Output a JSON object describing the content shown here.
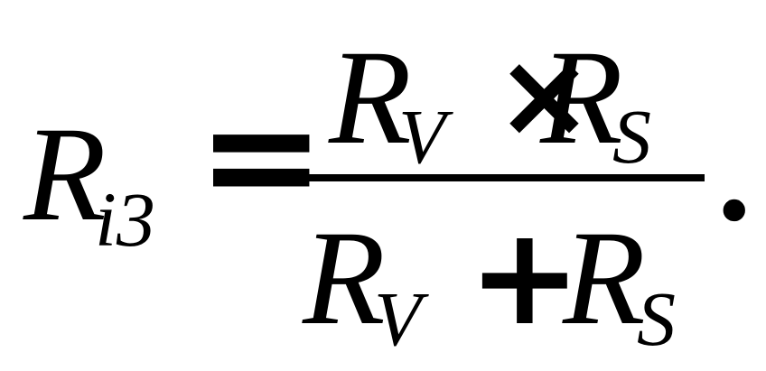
{
  "formula": {
    "lhs": {
      "symbol": "R",
      "subscript": "i3"
    },
    "equals": "=",
    "numerator": {
      "left": {
        "symbol": "R",
        "subscript": "V"
      },
      "operator": "×",
      "right": {
        "symbol": "R",
        "subscript": "S"
      }
    },
    "denominator": {
      "left": {
        "symbol": "R",
        "subscript": "V"
      },
      "operator": "+",
      "right": {
        "symbol": "R",
        "subscript": "S"
      }
    },
    "terminator": "."
  }
}
